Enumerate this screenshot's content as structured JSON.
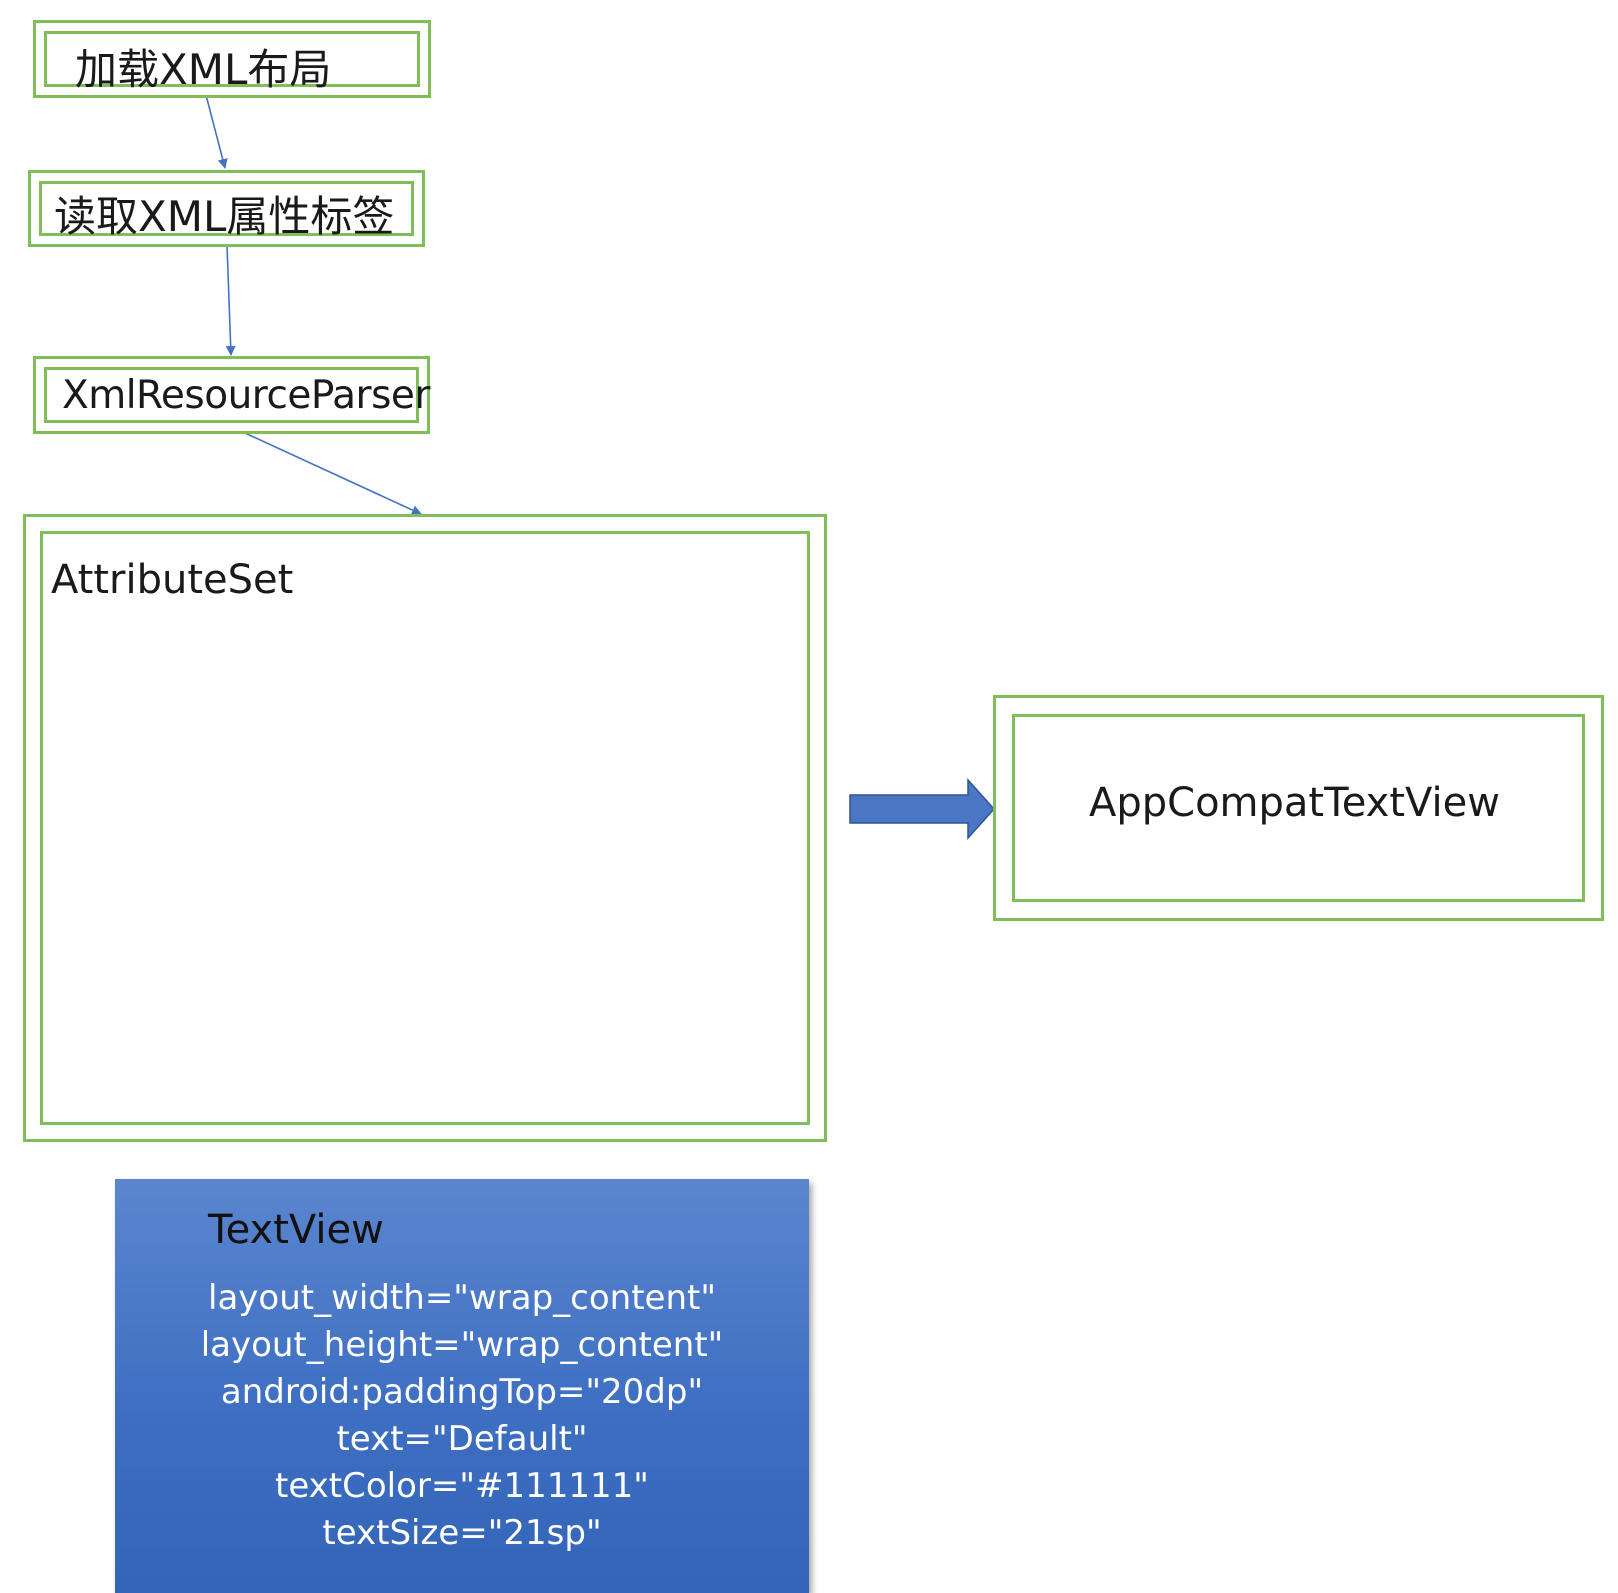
{
  "nodes": {
    "load_xml": "加载XML布局",
    "read_attrs": "读取XML属性标签",
    "parser": "XmlResourceParser",
    "attribute_set": "AttributeSet",
    "text_view": {
      "title": "TextView",
      "attributes": [
        "layout_width=\"wrap_content\"",
        "layout_height=\"wrap_content\"",
        "android:paddingTop=\"20dp\"",
        "text=\"Default\"",
        "textColor=\"#111111\"",
        "textSize=\"21sp\""
      ]
    },
    "result": "AppCompatTextView"
  },
  "colors": {
    "box_border": "#7fbf5a",
    "arrow": "#4472c4",
    "panel_top": "#5b86cf",
    "panel_bottom": "#3264b8"
  }
}
